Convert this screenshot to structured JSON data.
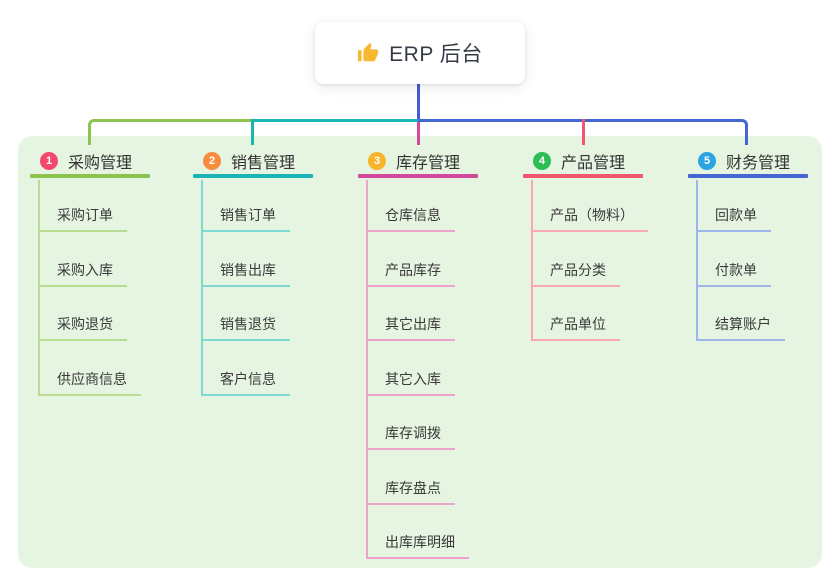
{
  "root": {
    "title": "ERP 后台",
    "icon": "thumbs-up-icon",
    "icon_color": "#f5b82e"
  },
  "colors": {
    "canvas_bg": "#ffffff",
    "panel_bg": "#e6f5e1",
    "root_stem": "#4a5ad2",
    "text": "#333333"
  },
  "branches": [
    {
      "number": "1",
      "label": "采购管理",
      "badge_color": "#f4476c",
      "line_color": "#8cc34f",
      "child_line_color": "#b9dc92",
      "children": [
        "采购订单",
        "采购入库",
        "采购退货",
        "供应商信息"
      ]
    },
    {
      "number": "2",
      "label": "销售管理",
      "badge_color": "#f98c3e",
      "line_color": "#1ab5b2",
      "child_line_color": "#7fd9d2",
      "children": [
        "销售订单",
        "销售出库",
        "销售退货",
        "客户信息"
      ]
    },
    {
      "number": "3",
      "label": "库存管理",
      "badge_color": "#f9b42a",
      "line_color": "#d2499e",
      "child_line_color": "#f0a2cf",
      "children": [
        "仓库信息",
        "产品库存",
        "其它出库",
        "其它入库",
        "库存调拨",
        "库存盘点",
        "出库库明细"
      ]
    },
    {
      "number": "4",
      "label": "产品管理",
      "badge_color": "#2dbd55",
      "line_color": "#f2566c",
      "child_line_color": "#f8a8b0",
      "children": [
        "产品（物料）",
        "产品分类",
        "产品单位"
      ]
    },
    {
      "number": "5",
      "label": "财务管理",
      "badge_color": "#2ba4e2",
      "line_color": "#4467d1",
      "child_line_color": "#9fb6ea",
      "children": [
        "回款单",
        "付款单",
        "结算账户"
      ]
    }
  ]
}
